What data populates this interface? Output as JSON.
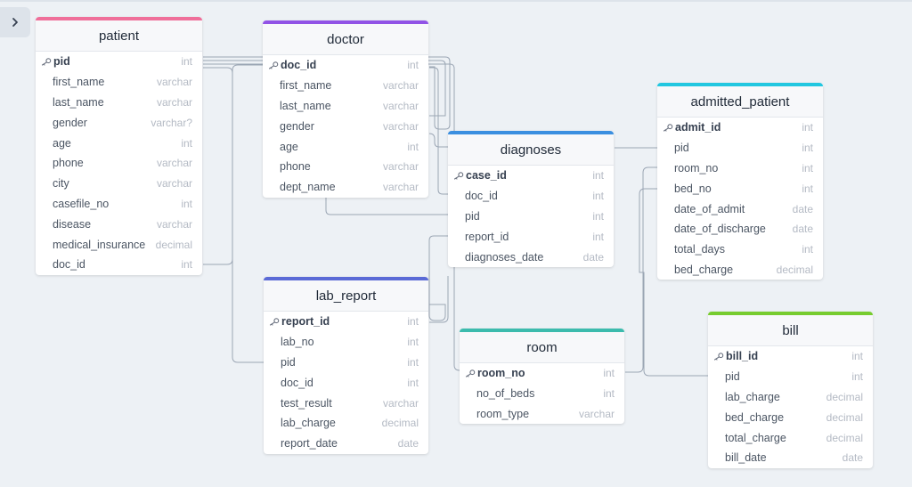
{
  "colors": {
    "patient": "#ef6f9a",
    "doctor": "#9153e6",
    "diagnoses": "#3b8fe0",
    "admitted_patient": "#22c7e0",
    "lab_report": "#5a6ad6",
    "room": "#3cbbad",
    "bill": "#77cc2f"
  },
  "icons": {
    "sidebar_toggle": "chevron-right-icon",
    "primary_key": "key-icon"
  },
  "tables": {
    "patient": {
      "name": "patient",
      "columns": [
        {
          "name": "pid",
          "type": "int"
        },
        {
          "name": "first_name",
          "type": "varchar"
        },
        {
          "name": "last_name",
          "type": "varchar"
        },
        {
          "name": "gender",
          "type": "varchar?"
        },
        {
          "name": "age",
          "type": "int"
        },
        {
          "name": "phone",
          "type": "varchar"
        },
        {
          "name": "city",
          "type": "varchar"
        },
        {
          "name": "casefile_no",
          "type": "int"
        },
        {
          "name": "disease",
          "type": "varchar"
        },
        {
          "name": "medical_insurance",
          "type": "decimal"
        },
        {
          "name": "doc_id",
          "type": "int"
        }
      ]
    },
    "doctor": {
      "name": "doctor",
      "columns": [
        {
          "name": "doc_id",
          "type": "int"
        },
        {
          "name": "first_name",
          "type": "varchar"
        },
        {
          "name": "last_name",
          "type": "varchar"
        },
        {
          "name": "gender",
          "type": "varchar"
        },
        {
          "name": "age",
          "type": "int"
        },
        {
          "name": "phone",
          "type": "varchar"
        },
        {
          "name": "dept_name",
          "type": "varchar"
        }
      ]
    },
    "diagnoses": {
      "name": "diagnoses",
      "columns": [
        {
          "name": "case_id",
          "type": "int"
        },
        {
          "name": "doc_id",
          "type": "int"
        },
        {
          "name": "pid",
          "type": "int"
        },
        {
          "name": "report_id",
          "type": "int"
        },
        {
          "name": "diagnoses_date",
          "type": "date"
        }
      ]
    },
    "admitted_patient": {
      "name": "admitted_patient",
      "columns": [
        {
          "name": "admit_id",
          "type": "int"
        },
        {
          "name": "pid",
          "type": "int"
        },
        {
          "name": "room_no",
          "type": "int"
        },
        {
          "name": "bed_no",
          "type": "int"
        },
        {
          "name": "date_of_admit",
          "type": "date"
        },
        {
          "name": "date_of_discharge",
          "type": "date"
        },
        {
          "name": "total_days",
          "type": "int"
        },
        {
          "name": "bed_charge",
          "type": "decimal"
        }
      ]
    },
    "lab_report": {
      "name": "lab_report",
      "columns": [
        {
          "name": "report_id",
          "type": "int"
        },
        {
          "name": "lab_no",
          "type": "int"
        },
        {
          "name": "pid",
          "type": "int"
        },
        {
          "name": "doc_id",
          "type": "int"
        },
        {
          "name": "test_result",
          "type": "varchar"
        },
        {
          "name": "lab_charge",
          "type": "decimal"
        },
        {
          "name": "report_date",
          "type": "date"
        }
      ]
    },
    "room": {
      "name": "room",
      "columns": [
        {
          "name": "room_no",
          "type": "int"
        },
        {
          "name": "no_of_beds",
          "type": "int"
        },
        {
          "name": "room_type",
          "type": "varchar"
        }
      ]
    },
    "bill": {
      "name": "bill",
      "columns": [
        {
          "name": "bill_id",
          "type": "int"
        },
        {
          "name": "pid",
          "type": "int"
        },
        {
          "name": "lab_charge",
          "type": "decimal"
        },
        {
          "name": "bed_charge",
          "type": "decimal"
        },
        {
          "name": "total_charge",
          "type": "decimal"
        },
        {
          "name": "bill_date",
          "type": "date"
        }
      ]
    }
  }
}
